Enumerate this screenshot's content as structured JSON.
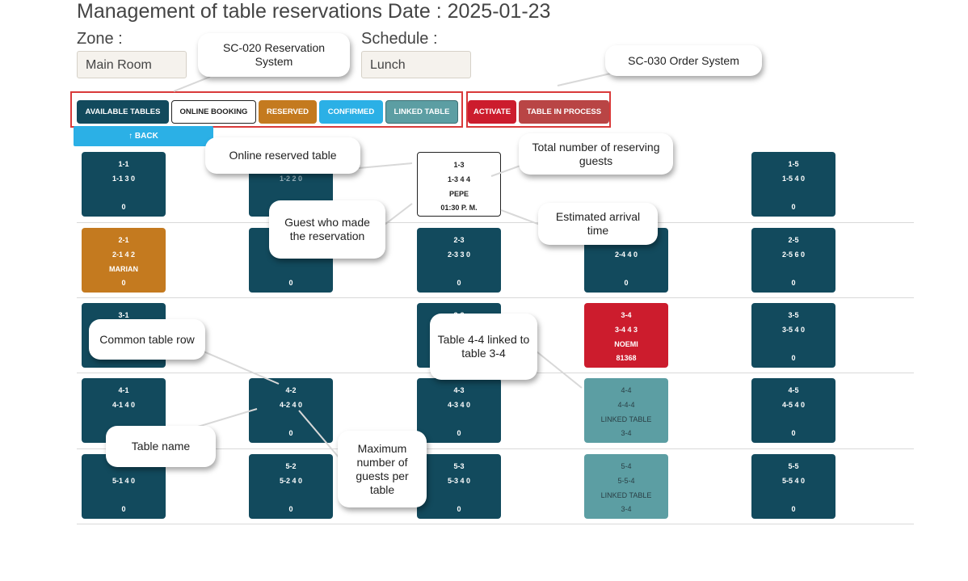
{
  "header": {
    "title": "Management of table reservations Date : 2025-01-23"
  },
  "filters": {
    "zone_label": "Zone :",
    "zone_value": "Main Room",
    "schedule_label": "Schedule :",
    "schedule_value": "Lunch"
  },
  "legend": {
    "available": "AVAILABLE TABLES",
    "online": "ONLINE BOOKING",
    "reserved": "RESERVED",
    "confirmed": "CONFIRMED",
    "linked": "LINKED TABLE",
    "activate": "ACTIVATE",
    "in_process": "TABLE IN PROCESS"
  },
  "back": "↑ BACK",
  "colors": {
    "available": "#124a5d",
    "reserved": "#c47a1f",
    "confirmed": "#2bb0e6",
    "linked": "#5c9ea3",
    "activate": "#cc1c2d",
    "in_process": "#b94545"
  },
  "tables": {
    "t1_1": {
      "name": "1-1",
      "code": "1-1 3 0",
      "extra": "",
      "count": "0"
    },
    "t1_2": {
      "name": "",
      "code": "1-2 2 0",
      "extra": "",
      "count": ""
    },
    "t1_3": {
      "name": "1-3",
      "code": "1-3 4 4",
      "extra": "PEPE",
      "count": "01:30 P. M."
    },
    "t1_5": {
      "name": "1-5",
      "code": "1-5 4 0",
      "extra": "",
      "count": "0"
    },
    "t2_1": {
      "name": "2-1",
      "code": "2-1 4 2",
      "extra": "MARIAN",
      "count": "0"
    },
    "t2_2": {
      "name": "",
      "code": "",
      "extra": "",
      "count": "0"
    },
    "t2_3": {
      "name": "2-3",
      "code": "2-3 3 0",
      "extra": "",
      "count": "0"
    },
    "t2_4": {
      "name": "",
      "code": "2-4 4 0",
      "extra": "",
      "count": "0"
    },
    "t2_5": {
      "name": "2-5",
      "code": "2-5 6 0",
      "extra": "",
      "count": "0"
    },
    "t3_1": {
      "name": "3-1",
      "code": "",
      "extra": "",
      "count": ""
    },
    "t3_3": {
      "name": "3-3",
      "code": "",
      "extra": "",
      "count": ""
    },
    "t3_4": {
      "name": "3-4",
      "code": "3-4 4 3",
      "extra": "NOEMI",
      "count": "81368"
    },
    "t3_5": {
      "name": "3-5",
      "code": "3-5 4 0",
      "extra": "",
      "count": "0"
    },
    "t4_1": {
      "name": "4-1",
      "code": "4-1 4 0",
      "extra": "",
      "count": ""
    },
    "t4_2": {
      "name": "4-2",
      "code": "4-2 4 0",
      "extra": "",
      "count": "0"
    },
    "t4_3": {
      "name": "4-3",
      "code": "4-3 4 0",
      "extra": "",
      "count": "0"
    },
    "t4_4": {
      "name": "4-4",
      "code": "4-4-4",
      "extra": "LINKED TABLE",
      "count": "3-4"
    },
    "t4_5": {
      "name": "4-5",
      "code": "4-5 4 0",
      "extra": "",
      "count": "0"
    },
    "t5_1": {
      "name": "",
      "code": "5-1 4 0",
      "extra": "",
      "count": "0"
    },
    "t5_2": {
      "name": "5-2",
      "code": "5-2 4 0",
      "extra": "",
      "count": "0"
    },
    "t5_3": {
      "name": "5-3",
      "code": "5-3 4 0",
      "extra": "",
      "count": "0"
    },
    "t5_4": {
      "name": "5-4",
      "code": "5-5-4",
      "extra": "LINKED TABLE",
      "count": "3-4"
    },
    "t5_5": {
      "name": "5-5",
      "code": "5-5 4 0",
      "extra": "",
      "count": "0"
    }
  },
  "callouts": {
    "sc020": "SC-020 Reservation System",
    "sc030": "SC-030 Order System",
    "online_reserved": "Online reserved table",
    "total_guests": "Total number of reserving guests",
    "guest_made": "Guest who made the reservation",
    "arrival": "Estimated arrival time",
    "common_row": "Common table row",
    "linked_note": "Table 4-4 linked to table 3-4",
    "table_name": "Table name",
    "max_guests": "Maximum number of guests per table"
  }
}
